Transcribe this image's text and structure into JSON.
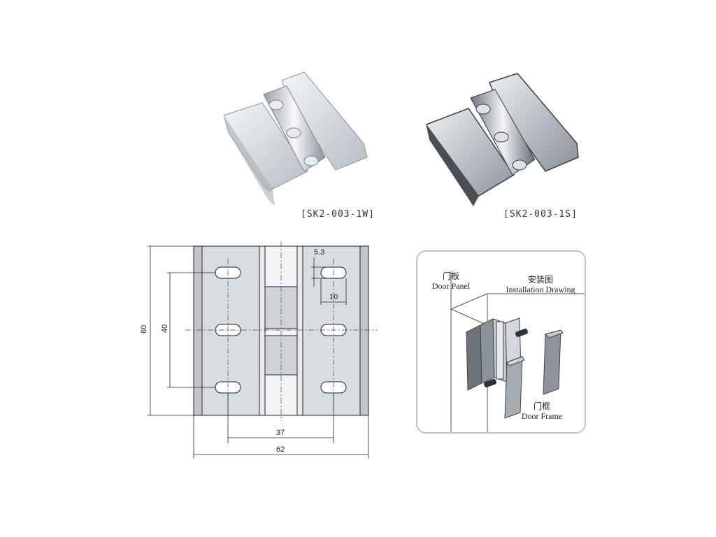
{
  "products": [
    {
      "code": "[SK2-003-1W]",
      "finish": "light"
    },
    {
      "code": "[SK2-003-1S]",
      "finish": "dark"
    }
  ],
  "drawing": {
    "dimensions": {
      "height_overall": "60",
      "hole_pitch": "40",
      "slot_width": "5.3",
      "slot_offset": "10",
      "hole_spacing": "37",
      "width_overall": "62"
    }
  },
  "installation": {
    "door_panel_cn": "门板",
    "door_panel_en": "Door Panel",
    "title_cn": "安装图",
    "title_en": "Installation Drawing",
    "door_frame_cn": "门框",
    "door_frame_en": "Door Frame"
  },
  "colors": {
    "line": "#222222",
    "plate_fill": "#d9dce0",
    "frame_border": "#c4c4c4"
  }
}
